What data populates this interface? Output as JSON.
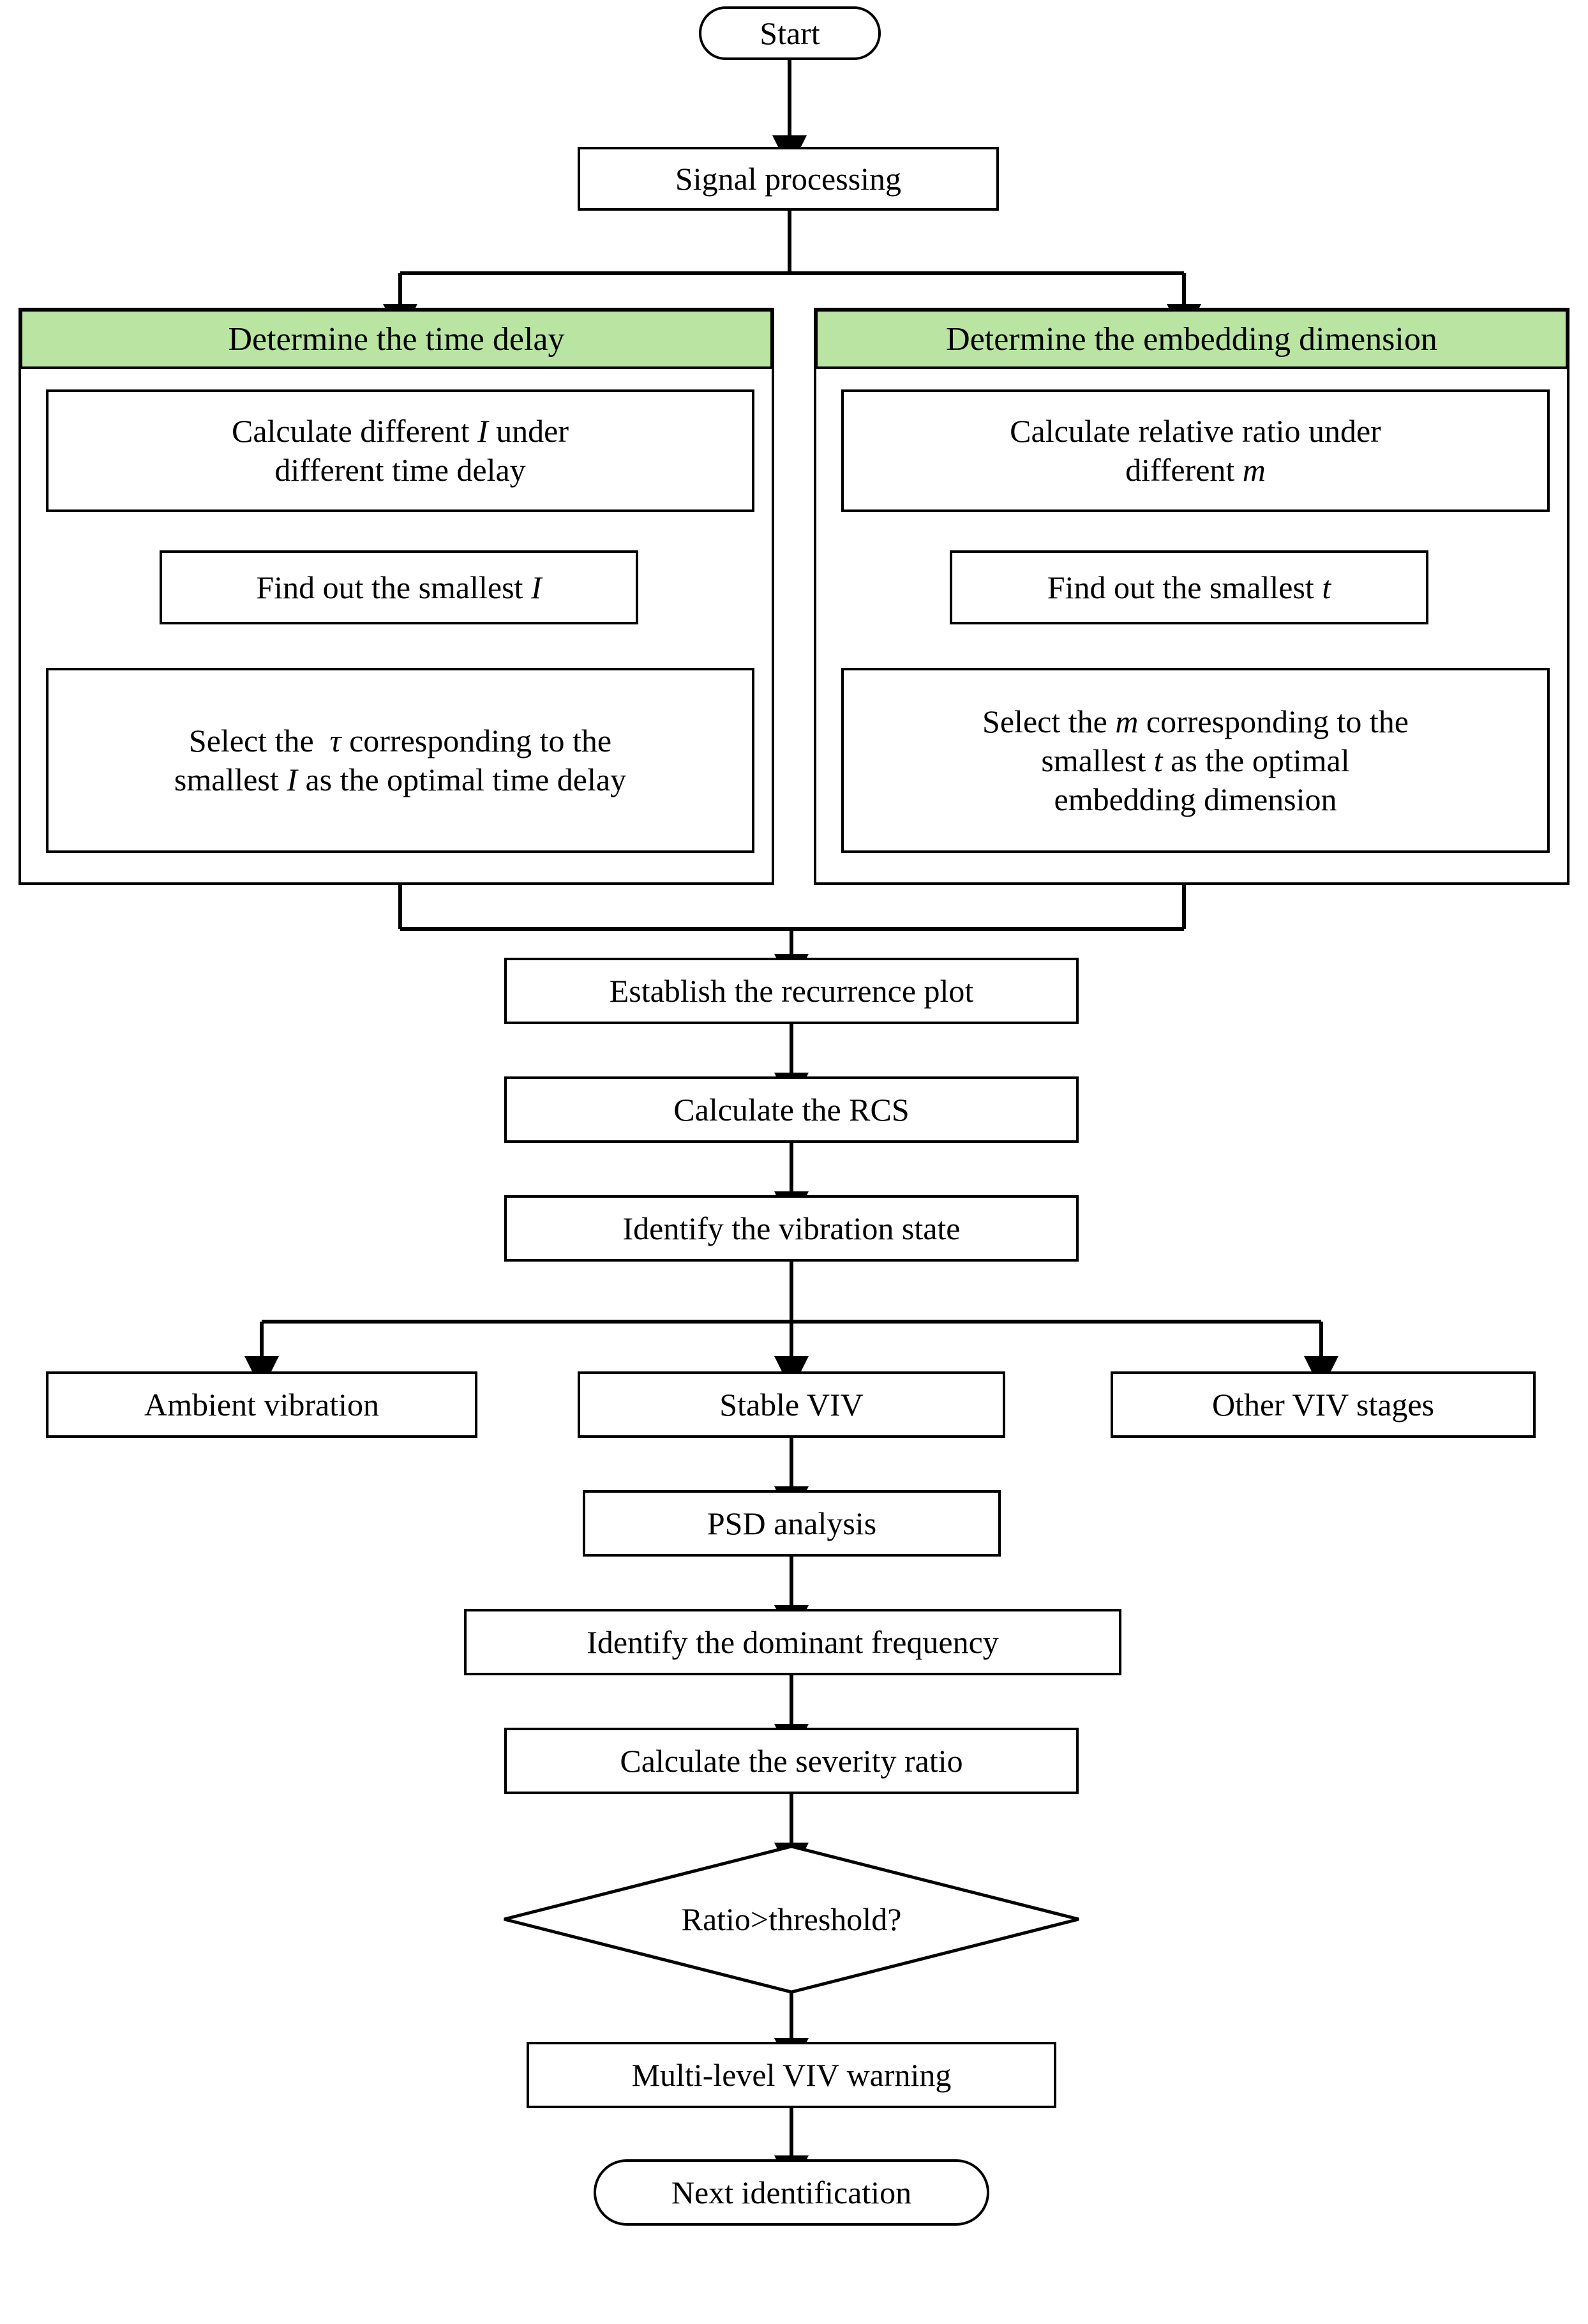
{
  "diagram": {
    "title": "VIV identification and warning flowchart",
    "type": "flowchart",
    "colors": {
      "group_header_fill": "#b9e4a2",
      "stroke": "#000000",
      "node_fill": "#ffffff"
    }
  },
  "nodes": {
    "start": {
      "label": "Start",
      "shape": "terminator"
    },
    "signal_processing": {
      "label": "Signal processing",
      "shape": "process"
    },
    "left_group_header": {
      "label": "Determine the time delay",
      "shape": "group-header"
    },
    "left_step1_line1": {
      "label": "Calculate different I under",
      "shape": "process"
    },
    "left_step1_line2": {
      "label": "different time delay"
    },
    "left_step2": {
      "label": "Find out the smallest I",
      "shape": "process"
    },
    "left_step3_line1": {
      "label": "Select the  τ corresponding to the"
    },
    "left_step3_line2": {
      "label": "smallest I as the optimal time delay"
    },
    "right_group_header": {
      "label": "Determine the embedding dimension",
      "shape": "group-header"
    },
    "right_step1_line1": {
      "label": "Calculate relative ratio under"
    },
    "right_step1_line2": {
      "label": "different m"
    },
    "right_step2": {
      "label": "Find out the smallest t",
      "shape": "process"
    },
    "right_step3_line1": {
      "label": "Select the m corresponding to the"
    },
    "right_step3_line2": {
      "label": "smallest t as the optimal"
    },
    "right_step3_line3": {
      "label": "embedding dimension"
    },
    "establish_rp": {
      "label": "Establish the recurrence plot",
      "shape": "process"
    },
    "calculate_rcs": {
      "label": "Calculate the RCS",
      "shape": "process"
    },
    "identify_state": {
      "label": "Identify the vibration state",
      "shape": "process"
    },
    "ambient_vibration": {
      "label": "Ambient vibration",
      "shape": "process"
    },
    "stable_viv": {
      "label": "Stable VIV",
      "shape": "process"
    },
    "other_viv": {
      "label": "Other VIV stages",
      "shape": "process"
    },
    "psd_analysis": {
      "label": "PSD analysis",
      "shape": "process"
    },
    "identify_freq": {
      "label": "Identify the dominant frequency",
      "shape": "process"
    },
    "severity_ratio": {
      "label": "Calculate the severity ratio",
      "shape": "process"
    },
    "decision": {
      "label": "Ratio>threshold?",
      "shape": "decision"
    },
    "warning": {
      "label": "Multi-level VIV warning",
      "shape": "process"
    },
    "end": {
      "label": "Next identification",
      "shape": "terminator"
    }
  },
  "italic_tokens": {
    "I": "I",
    "m": "m",
    "t": "t",
    "tau": "τ"
  },
  "edges": [
    {
      "from": "start",
      "to": "signal_processing"
    },
    {
      "from": "signal_processing",
      "to": "left_group_header"
    },
    {
      "from": "signal_processing",
      "to": "right_group_header"
    },
    {
      "from": "left_step1",
      "to": "left_step2"
    },
    {
      "from": "left_step2",
      "to": "left_step3"
    },
    {
      "from": "right_step1",
      "to": "right_step2"
    },
    {
      "from": "right_step2",
      "to": "right_step3"
    },
    {
      "from": "left_group",
      "to": "establish_rp"
    },
    {
      "from": "right_group",
      "to": "establish_rp"
    },
    {
      "from": "establish_rp",
      "to": "calculate_rcs"
    },
    {
      "from": "calculate_rcs",
      "to": "identify_state"
    },
    {
      "from": "identify_state",
      "to": "ambient_vibration"
    },
    {
      "from": "identify_state",
      "to": "stable_viv"
    },
    {
      "from": "identify_state",
      "to": "other_viv"
    },
    {
      "from": "stable_viv",
      "to": "psd_analysis"
    },
    {
      "from": "psd_analysis",
      "to": "identify_freq"
    },
    {
      "from": "identify_freq",
      "to": "severity_ratio"
    },
    {
      "from": "severity_ratio",
      "to": "decision"
    },
    {
      "from": "decision",
      "to": "warning"
    },
    {
      "from": "warning",
      "to": "end"
    }
  ]
}
